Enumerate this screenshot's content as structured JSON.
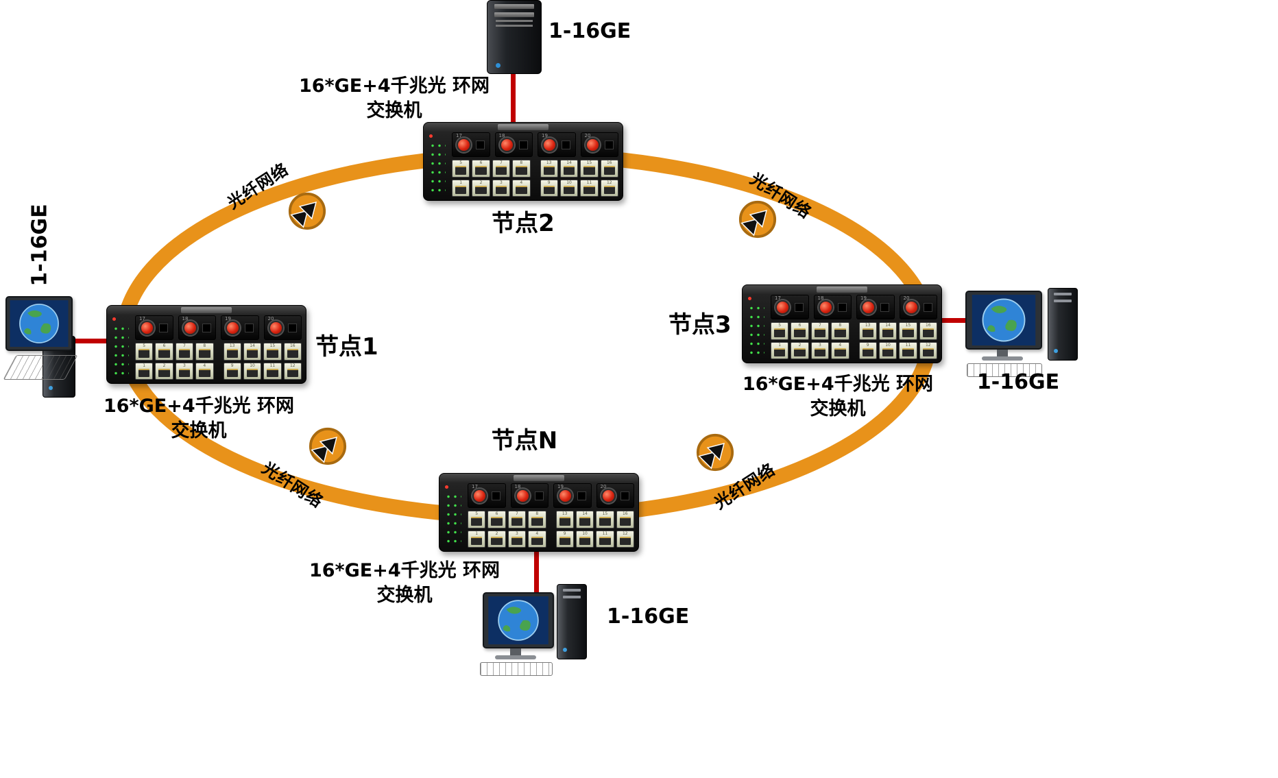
{
  "ring": {
    "fiber_label": "光纤网络"
  },
  "switch_caption": {
    "line1": "16*GE+4千兆光 环网",
    "line2": "交换机"
  },
  "nodes": {
    "node1": {
      "label": "节点1"
    },
    "node2": {
      "label": "节点2"
    },
    "node3": {
      "label": "节点3"
    },
    "nodeN": {
      "label": "节点N"
    }
  },
  "devices": {
    "server_top": {
      "label": "1-16GE"
    },
    "pc_left": {
      "label": "1-16GE"
    },
    "pc_right": {
      "label": "1-16GE"
    },
    "pc_bottom": {
      "label": "1-16GE"
    }
  },
  "switch_ports": {
    "fiber_numbers": [
      "17",
      "18",
      "19",
      "20"
    ],
    "row1": [
      "5",
      "6",
      "7",
      "8",
      "13",
      "14",
      "15",
      "16"
    ],
    "row2": [
      "1",
      "2",
      "3",
      "4",
      "9",
      "10",
      "11",
      "12"
    ]
  },
  "colors": {
    "ring": "#E8921A",
    "ring_edge": "#A86A10",
    "link": "#C00000"
  }
}
